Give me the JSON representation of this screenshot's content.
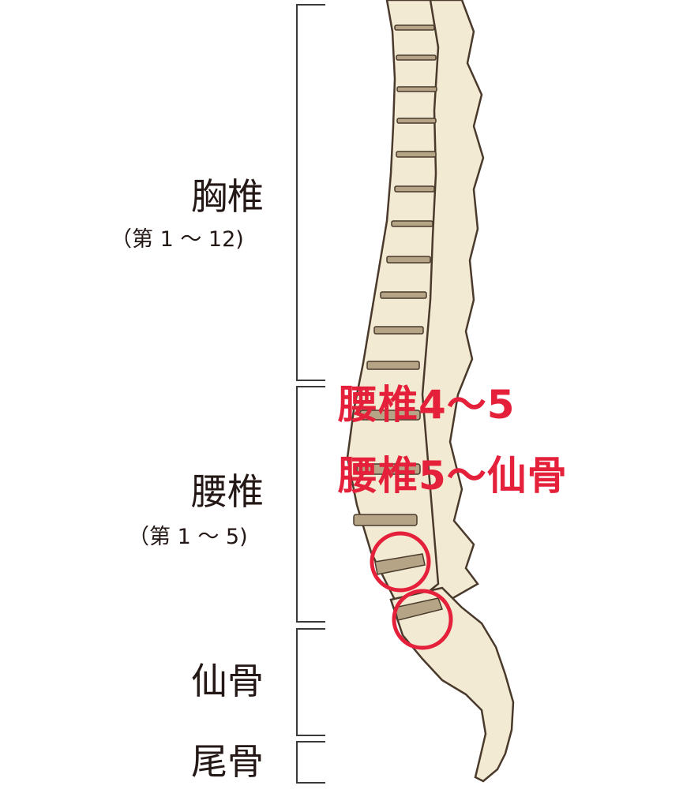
{
  "colors": {
    "bone_fill": "#f3ead3",
    "bone_outline": "#4a3a2c",
    "disc_fill": "#b6a486",
    "bracket": "#3a3a3a",
    "label_text": "#231815",
    "highlight": "#e5203a"
  },
  "regions": {
    "thoracic": {
      "name": "胸椎",
      "range": "（第 1 ～ 12)"
    },
    "lumbar": {
      "name": "腰椎",
      "range": "（第 1 ～ 5)"
    },
    "sacrum": {
      "name": "仙骨"
    },
    "coccyx": {
      "name": "尾骨"
    }
  },
  "annotations": {
    "l4_l5": "腰椎4～5",
    "l5_s1": "腰椎5～仙骨"
  }
}
